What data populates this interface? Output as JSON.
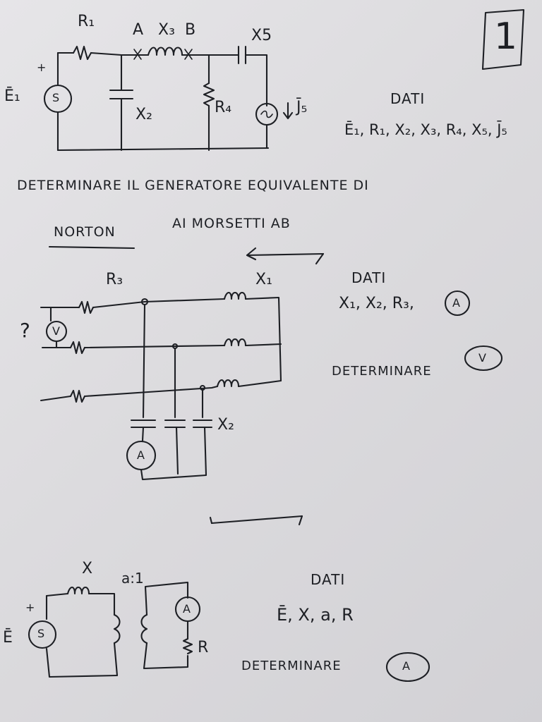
{
  "page_number": "1",
  "problem1": {
    "labels": {
      "r1": "R₁",
      "a": "A",
      "x3": "X₃",
      "b": "B",
      "x5": "X5",
      "e1": "Ē₁",
      "plus": "+",
      "src": "S",
      "x2": "X₂",
      "r4": "R₄",
      "j5": "J̄₅"
    },
    "dati_title": "DATI",
    "dati_values": "Ē₁, R₁, X₂, X₃, R₄, X₅, J̄₅",
    "task_line1": "DETERMINARE   IL GENERATORE EQUIVALENTE DI",
    "task_norton": "NORTON",
    "task_line2": "AI  MORSETTI AB"
  },
  "problem2": {
    "labels": {
      "r3": "R₃",
      "x1": "X₁",
      "question": "?",
      "voltmeter": "V",
      "x2": "X₂",
      "ammeter": "A"
    },
    "dati_title": "DATI",
    "dati_values": "X₁, X₂, R₃,",
    "dati_meter": "A",
    "task": "DETERMINARE",
    "task_meter": "V"
  },
  "problem3": {
    "labels": {
      "x": "X",
      "ratio": "a:1",
      "plus": "+",
      "e": "Ē",
      "src": "S",
      "ammeter": "A",
      "r": "R"
    },
    "dati_title": "DATI",
    "dati_values": "Ē, X, a, R",
    "task": "DETERMINARE",
    "task_meter": "A"
  }
}
